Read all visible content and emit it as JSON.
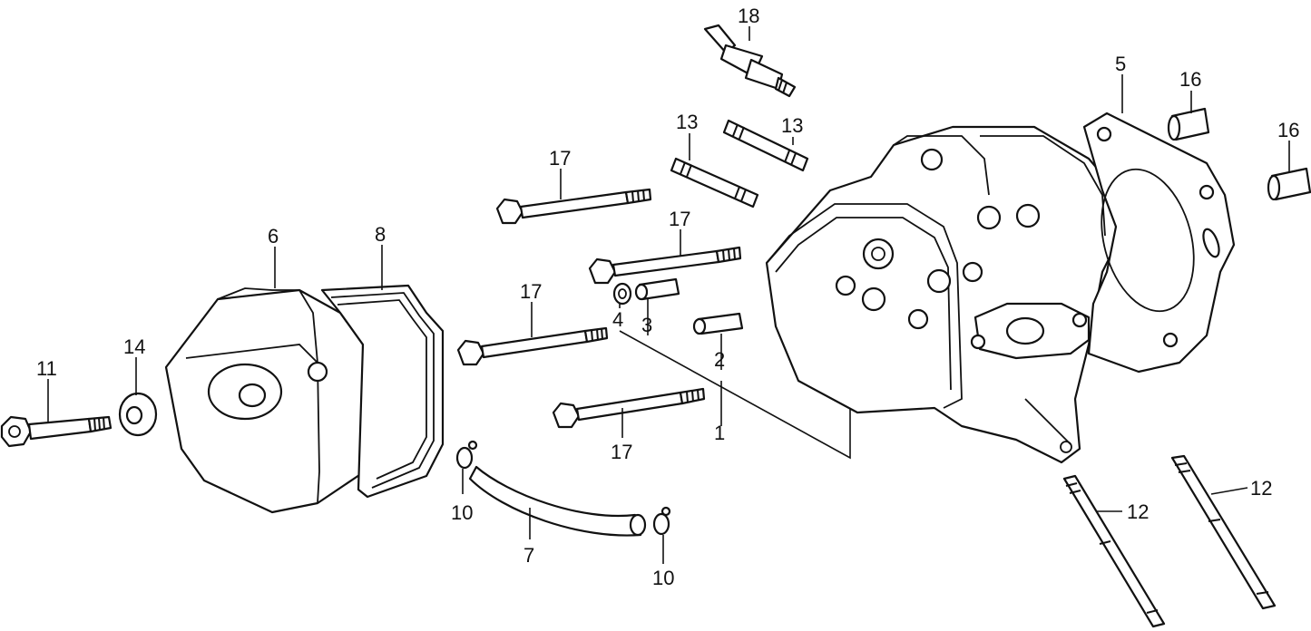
{
  "diagram": {
    "type": "exploded-parts-diagram",
    "callouts": {
      "c1": "1",
      "c2": "2",
      "c3": "3",
      "c4": "4",
      "c5": "5",
      "c6": "6",
      "c7": "7",
      "c8": "8",
      "c10a": "10",
      "c10b": "10",
      "c11": "11",
      "c12a": "12",
      "c12b": "12",
      "c13a": "13",
      "c13b": "13",
      "c14": "14",
      "c16a": "16",
      "c16b": "16",
      "c17a": "17",
      "c17b": "17",
      "c17c": "17",
      "c17d": "17",
      "c18": "18"
    }
  }
}
